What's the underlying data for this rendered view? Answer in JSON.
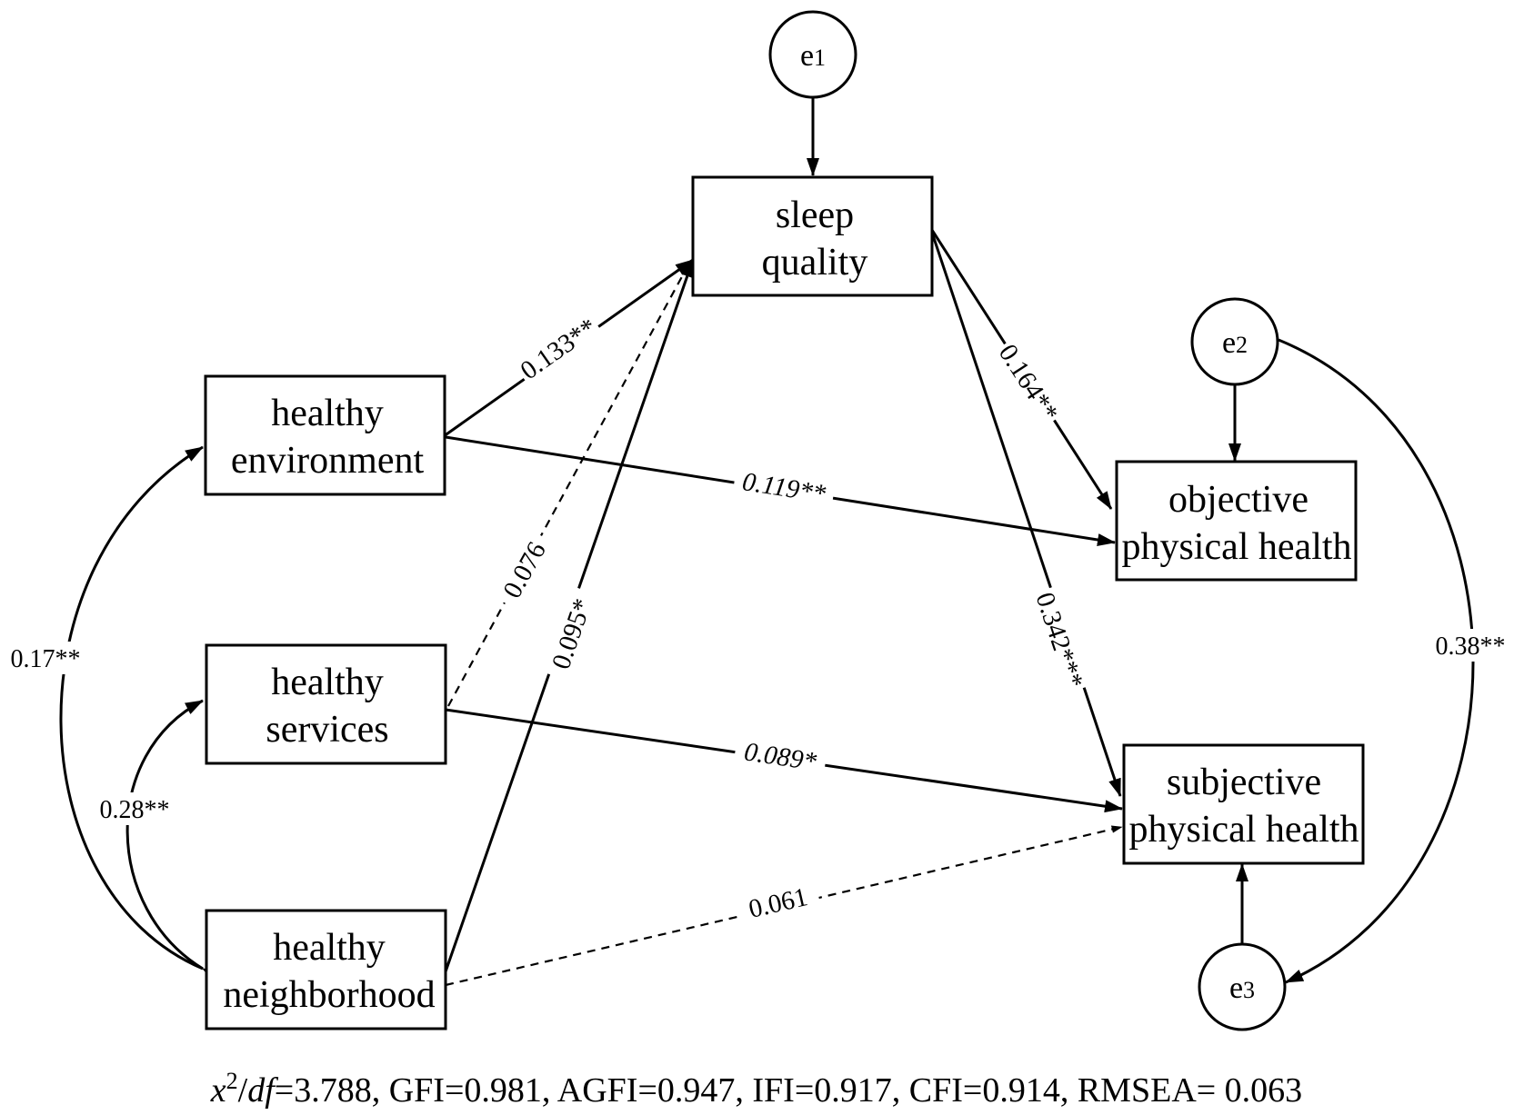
{
  "nodes": {
    "sleep_quality": [
      "sleep",
      "quality"
    ],
    "healthy_environment": [
      "healthy",
      "environment"
    ],
    "healthy_services": [
      "healthy",
      "services"
    ],
    "healthy_neighborhood": [
      "healthy",
      "neighborhood"
    ],
    "objective_physical_health": [
      "objective",
      "physical health"
    ],
    "subjective_physical_health": [
      "subjective",
      "physical health"
    ]
  },
  "errors": {
    "e1": {
      "letter": "e",
      "index": "1"
    },
    "e2": {
      "letter": "e",
      "index": "2"
    },
    "e3": {
      "letter": "e",
      "index": "3"
    }
  },
  "paths": {
    "env_to_sleep": "0.133**",
    "services_to_sleep": "0.076",
    "neighborhood_to_sleep": "0.095*",
    "sleep_to_objective": "0.164**",
    "sleep_to_subjective": "0.342***",
    "env_to_objective": "0.119**",
    "services_to_subjective": "0.089*",
    "neighborhood_to_subjective": "0.061"
  },
  "covariances": {
    "env_neighborhood": "0.17**",
    "services_neighborhood": "0.28**",
    "e2_e3": "0.38**"
  },
  "fit": {
    "chi_symbol": "x",
    "chi_sup": "2",
    "df_label": "df",
    "rest": "=3.788, GFI=0.981, AGFI=0.947, IFI=0.917, CFI=0.914, RMSEA= 0.063"
  }
}
